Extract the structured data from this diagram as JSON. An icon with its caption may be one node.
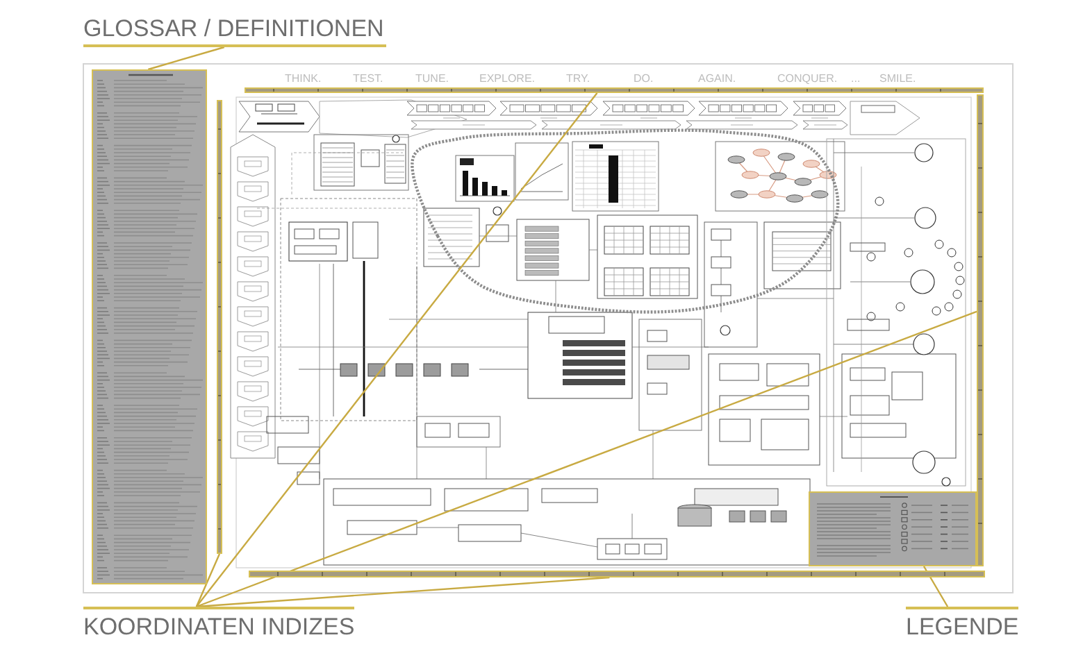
{
  "diagram": {
    "nodes": [
      {
        "text": [
          "GLOSSAR / DEFINITIONEN"
        ]
      },
      {
        "text": [],
        "shape": "box"
      },
      {
        "text": [],
        "shape": "bar"
      },
      {
        "text": [],
        "shape": "bar"
      },
      {
        "text": [],
        "shape": "bar"
      },
      {
        "text": [],
        "shape": "box"
      },
      {
        "text": [],
        "shape": "bar"
      },
      {
        "text": [
          "KOORDINATEN INDIZES"
        ]
      },
      {
        "text": [
          "LEGENDE"
        ]
      }
    ],
    "edges": [
      {
        "from": 0,
        "to": 1,
        "arrow": "none"
      },
      {
        "from": 7,
        "to": 3,
        "arrow": "none"
      },
      {
        "from": 7,
        "to": 2,
        "arrow": "none"
      },
      {
        "from": 7,
        "to": 4,
        "arrow": "none"
      },
      {
        "from": 7,
        "to": 6,
        "arrow": "none"
      },
      {
        "from": 8,
        "to": 5,
        "arrow": "none"
      }
    ],
    "labels": [
      "THINK.",
      "TEST.",
      "TUNE.",
      "EXPLORE.",
      "TRY.",
      "DO.",
      "AGAIN.",
      "CONQUER.",
      "...",
      "SMILE."
    ]
  }
}
